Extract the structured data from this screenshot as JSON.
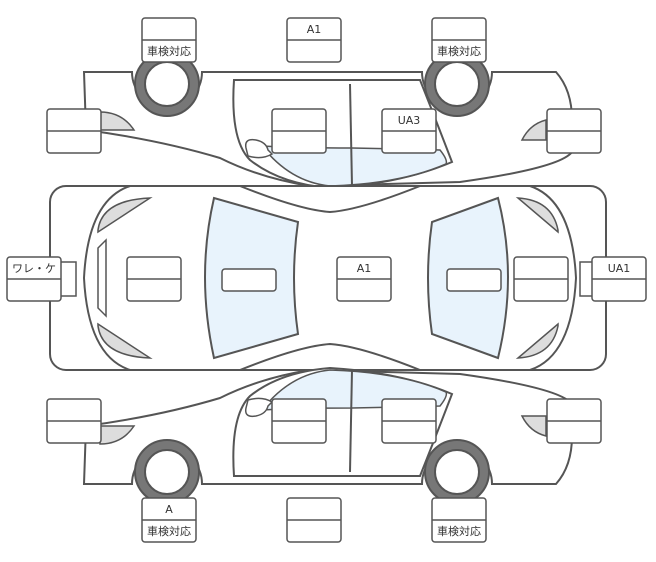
{
  "colors": {
    "stroke": "#555555",
    "glass": "#e8f3fc",
    "light": "#dddddd",
    "tire": "#777777",
    "box_fill": "#ffffff",
    "text": "#333333"
  },
  "labels": {
    "top_wheel_front": "車検対応",
    "top_center": "A1",
    "top_wheel_rear": "車検対応",
    "top_roof": "UA3",
    "left_bumper": "ワレ・ケ",
    "center_roof": "A1",
    "right_bumper": "UA1",
    "bottom_wheel_front_a": "A",
    "bottom_wheel_front_b": "車検対応",
    "bottom_wheel_rear": "車検対応"
  }
}
